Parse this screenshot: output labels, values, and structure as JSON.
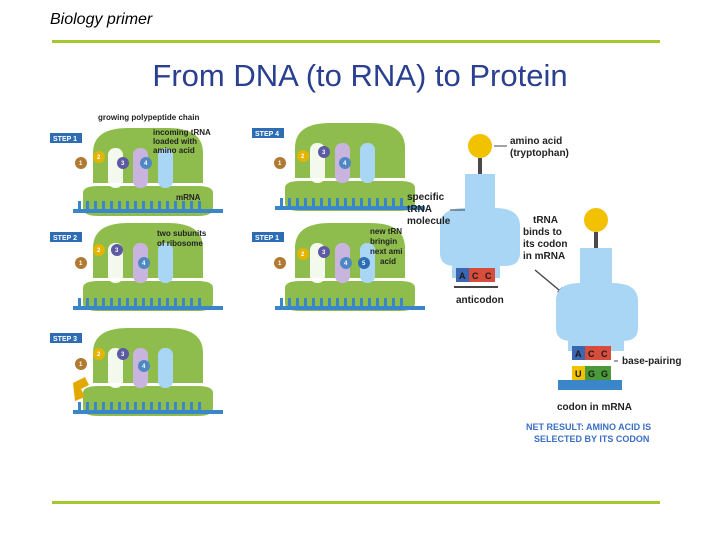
{
  "header": {
    "primer": "Biology primer",
    "title": "From DNA (to RNA) to Protein"
  },
  "colors": {
    "accent_line": "#a6c72f",
    "title": "#2a3f8f",
    "ribosome": "#8fbd4d",
    "mrna": "#3a86c8",
    "trna": "#a9d6f5",
    "amino_acid": "#f2c100"
  },
  "steps": {
    "s1": "STEP 1",
    "s2": "STEP 2",
    "s3": "STEP 3",
    "s4": "STEP 4",
    "s1b": "STEP 1"
  },
  "left_labels": {
    "growing_chain": "growing polypeptide chain",
    "incoming1": "incoming tRNA",
    "incoming2": "loaded with",
    "incoming3": "amino acid",
    "mrna": "mRNA",
    "subunits1": "two subunits",
    "subunits2": "of ribosome",
    "new1": "new tRN",
    "new2": "bringin",
    "new3": "next ami",
    "new4": "acid"
  },
  "right_labels": {
    "amino1": "amino acid",
    "amino2": "(tryptophan)",
    "specific1": "specific",
    "specific2": "tRNA",
    "specific3": "molecule",
    "binds1": "tRNA",
    "binds2": "binds to",
    "binds3": "its codon",
    "binds4": "in mRNA",
    "anticodon": "anticodon",
    "base_pairing": "base-pairing",
    "codon": "codon in mRNA",
    "net1": "NET RESULT: AMINO ACID IS",
    "net2": "SELECTED BY ITS CODON"
  },
  "bases": {
    "anticodon": [
      "A",
      "C",
      "C"
    ],
    "codon": [
      "U",
      "G",
      "G"
    ]
  },
  "numbers": {
    "n1": "1",
    "n2": "2",
    "n3": "3",
    "n4": "4",
    "n5": "5"
  }
}
